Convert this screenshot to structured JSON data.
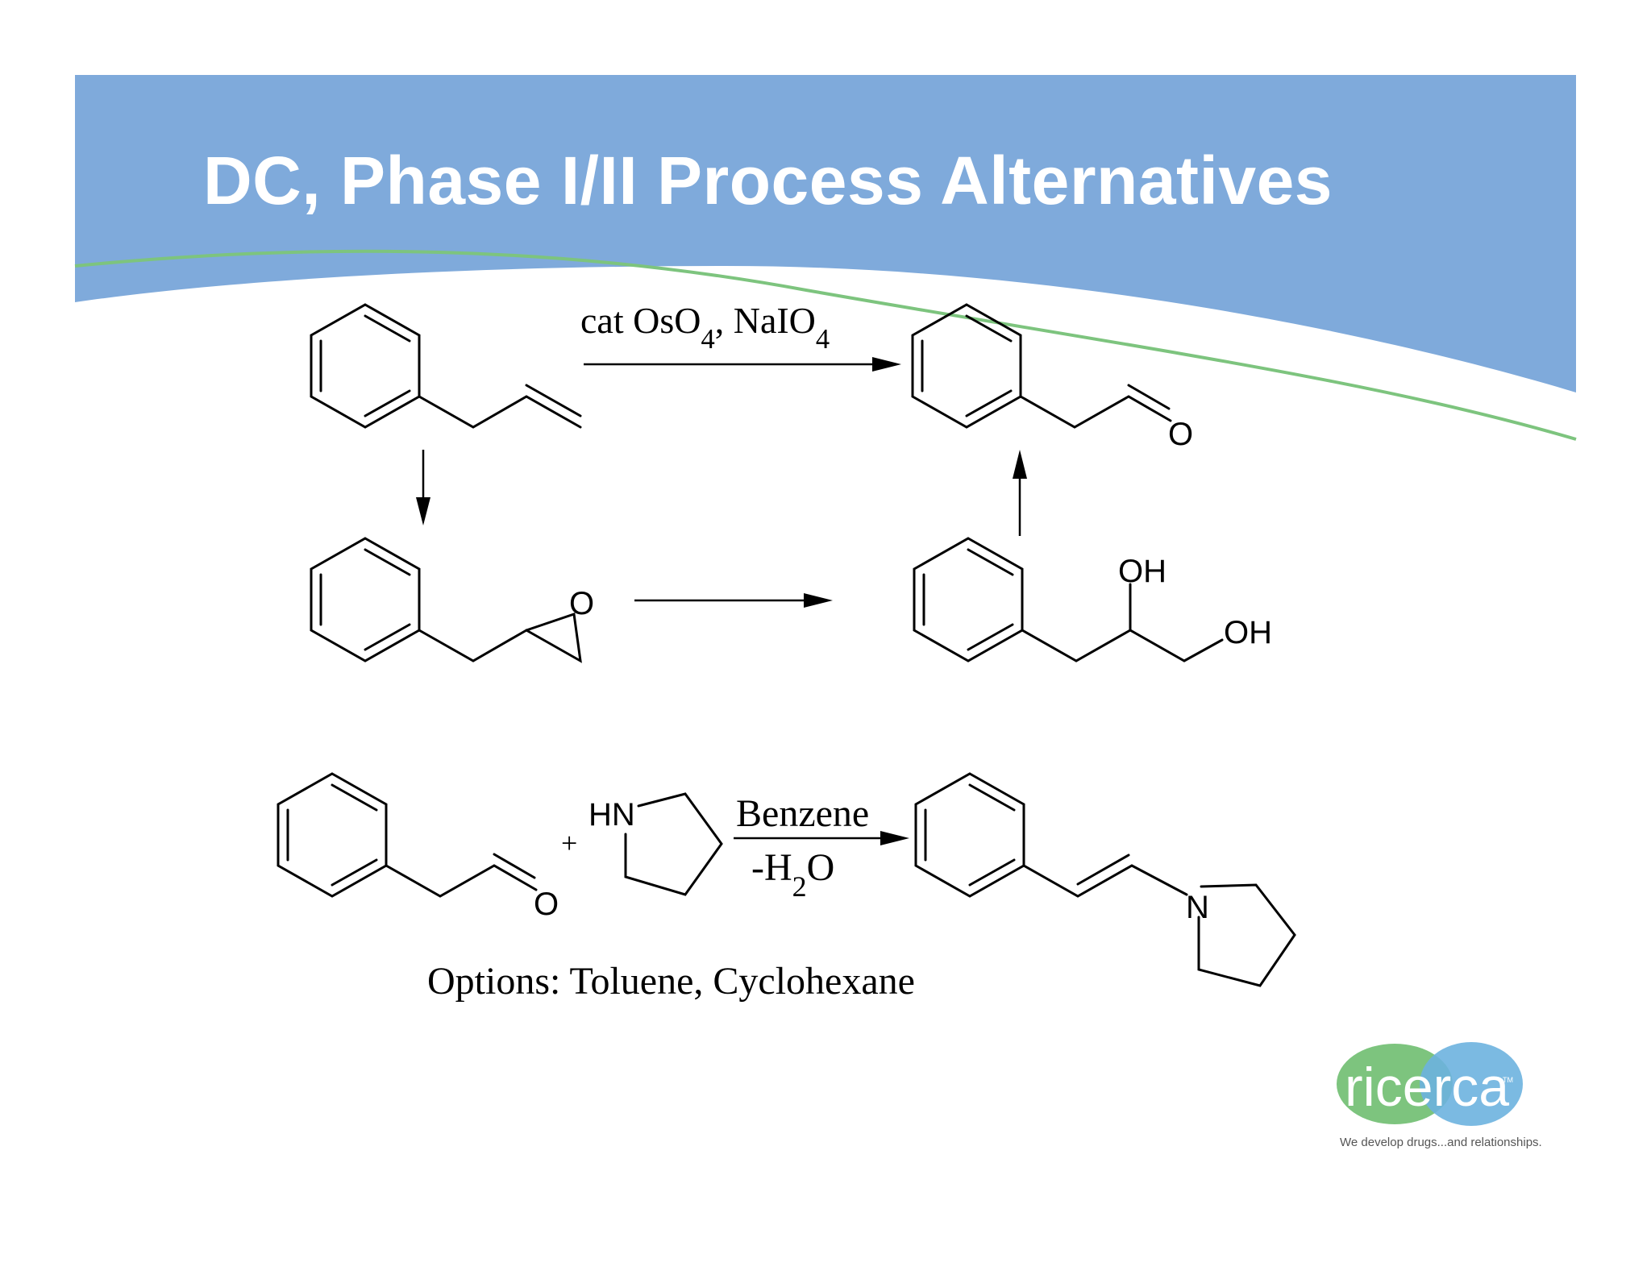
{
  "slide": {
    "title": "DC, Phase I/II Process Alternatives",
    "banner_color": "#7FAADB",
    "accent_line_color": "#7DC47E"
  },
  "reactions": {
    "top_arrow_reagent": "cat OsO4, NaIO4",
    "enamine_conditions": {
      "solvent": "Benzene",
      "byproduct": "-H2O"
    },
    "plus": "+",
    "options": "Options:  Toluene, Cyclohexane"
  },
  "atom_labels": {
    "aldehyde_o_top": "O",
    "epoxide_o": "O",
    "diol_oh_upper": "OH",
    "diol_oh_lower": "OH",
    "aldehyde_o_bottom": "O",
    "pyrrolidine_hn": "HN",
    "enamine_n": "N"
  },
  "logo": {
    "wordmark": "ricerca",
    "trademark": "TM",
    "tagline": "We develop drugs...and relationships.",
    "green": "#7DC47E",
    "blue": "#6DB3DF"
  }
}
